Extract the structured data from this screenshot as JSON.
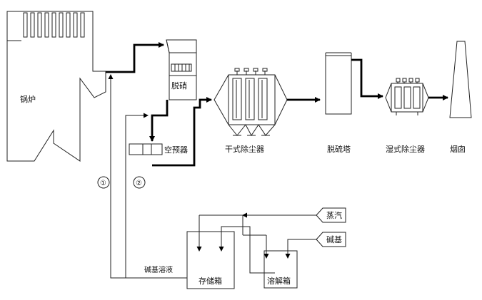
{
  "labels": {
    "boiler": "锅炉",
    "denitration": "脱硝",
    "air_preheater": "空预器",
    "dry_dust_collector": "干式除尘器",
    "desulfurization_tower": "脱硫塔",
    "wet_dust_collector": "湿式除尘器",
    "chimney": "烟囱",
    "steam": "蒸汽",
    "alkali": "碱基",
    "alkali_solution": "碱基溶液",
    "storage_tank": "存储箱",
    "dissolving_tank": "溶解箱",
    "route_1": "①",
    "route_2": "②"
  }
}
